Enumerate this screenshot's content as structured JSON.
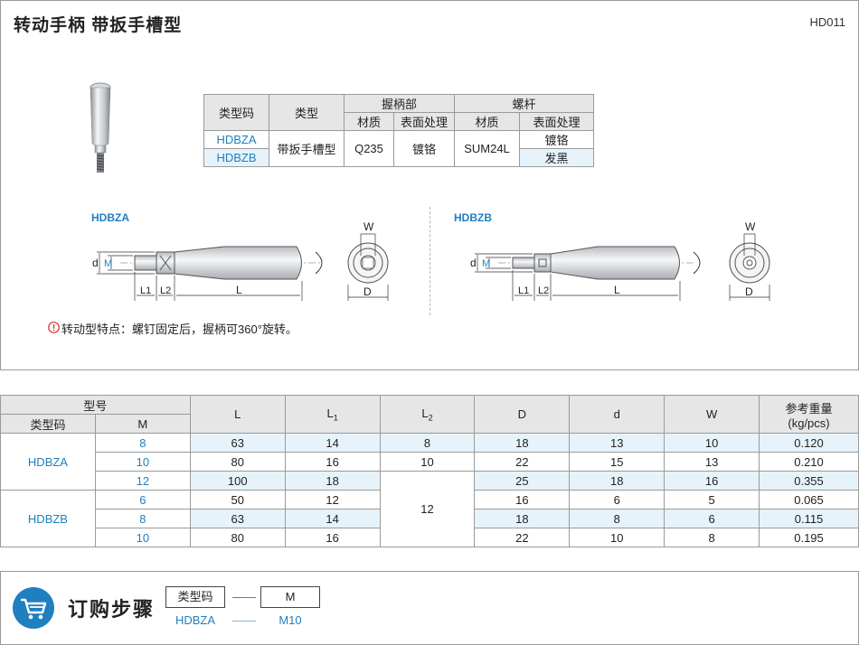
{
  "header": {
    "title": "转动手柄  带扳手槽型",
    "code": "HD011"
  },
  "material_table": {
    "headers": {
      "type_code": "类型码",
      "type": "类型",
      "grip": "握柄部",
      "screw": "螺杆",
      "material": "材质",
      "surface": "表面处理"
    },
    "rows": [
      {
        "code": "HDBZA",
        "type": "带扳手槽型",
        "grip_material": "Q235",
        "grip_surface": "镀铬",
        "screw_material": "SUM24L",
        "screw_surface": "镀铬"
      },
      {
        "code": "HDBZB",
        "screw_surface": "发黑"
      }
    ]
  },
  "drawings": {
    "a_label": "HDBZA",
    "b_label": "HDBZB",
    "dims": {
      "d": "d",
      "M": "M",
      "L1": "L1",
      "L2": "L2",
      "L": "L",
      "W": "W",
      "D": "D"
    }
  },
  "note": "转动型特点：螺钉固定后，握柄可360°旋转。",
  "spec_table": {
    "headers": {
      "model": "型号",
      "type_code": "类型码",
      "M": "M",
      "L": "L",
      "L1": "L",
      "L1_sub": "1",
      "L2": "L",
      "L2_sub": "2",
      "D": "D",
      "d": "d",
      "W": "W",
      "weight": "参考重量",
      "weight_unit": "(kg/pcs)"
    },
    "groups": [
      {
        "code": "HDBZA",
        "rows": [
          {
            "M": "8",
            "L": "63",
            "L1": "14",
            "L2": "8",
            "D": "18",
            "d": "13",
            "W": "10",
            "weight": "0.120"
          },
          {
            "M": "10",
            "L": "80",
            "L1": "16",
            "L2": "10",
            "D": "22",
            "d": "15",
            "W": "13",
            "weight": "0.210"
          },
          {
            "M": "12",
            "L": "100",
            "L1": "18",
            "L2": "12",
            "D": "25",
            "d": "18",
            "W": "16",
            "weight": "0.355"
          }
        ]
      },
      {
        "code": "HDBZB",
        "rows": [
          {
            "M": "6",
            "L": "50",
            "L1": "12",
            "D": "16",
            "d": "6",
            "W": "5",
            "weight": "0.065"
          },
          {
            "M": "8",
            "L": "63",
            "L1": "14",
            "D": "18",
            "d": "8",
            "W": "6",
            "weight": "0.115"
          },
          {
            "M": "10",
            "L": "80",
            "L1": "16",
            "D": "22",
            "d": "10",
            "W": "8",
            "weight": "0.195"
          }
        ]
      }
    ]
  },
  "order": {
    "title": "订购步骤",
    "box1": "类型码",
    "box2": "M",
    "val1": "HDBZA",
    "val2": "M10",
    "icon": "cart-icon"
  }
}
